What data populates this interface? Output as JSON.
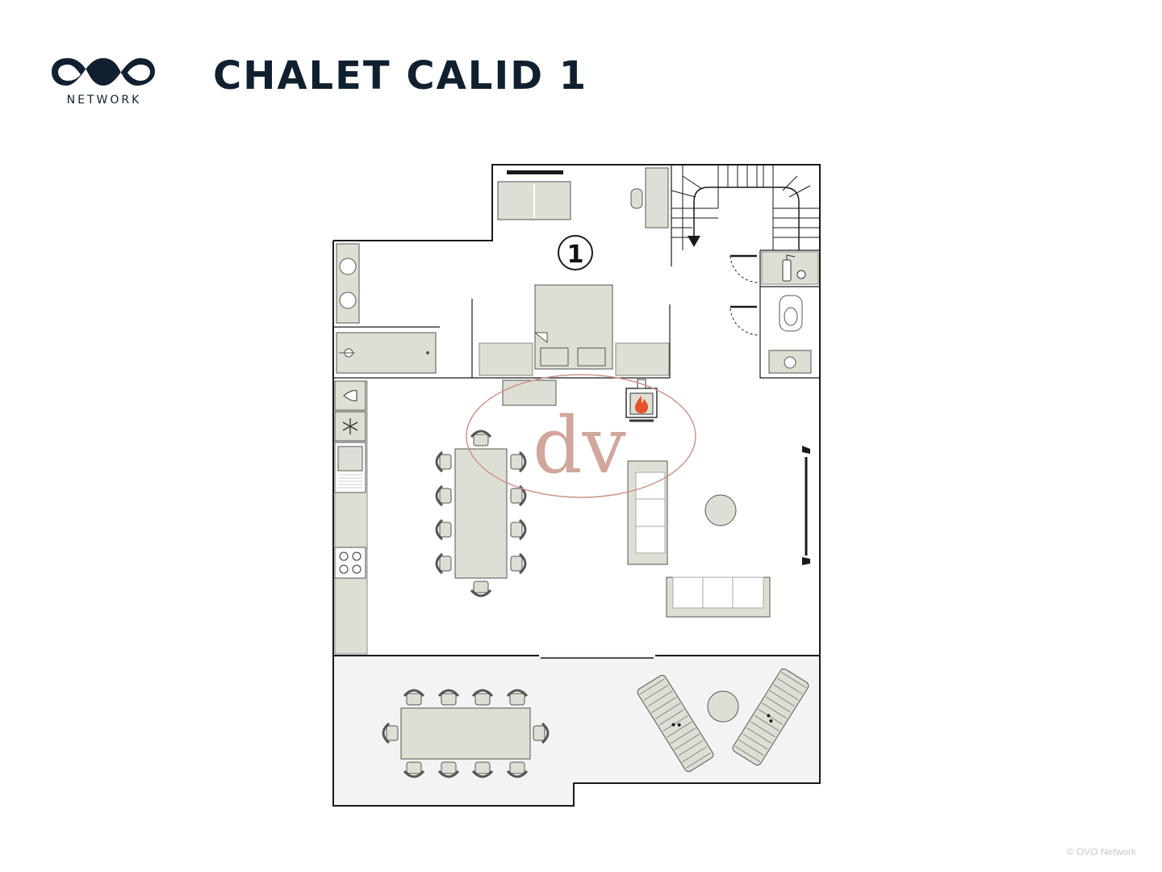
{
  "brand": {
    "name": "NETWORK"
  },
  "header": {
    "title": "CHALET CALID 1"
  },
  "plan": {
    "room_number": "1"
  },
  "watermark": {
    "text": "dv"
  },
  "footer": {
    "copyright": "© OVO Network"
  },
  "colors": {
    "furniture": "#dddfd4",
    "wall": "#1a1a1a",
    "terrace": "#f3f3f3",
    "brand": "#10202f",
    "watermark": "#c9978b",
    "fire": "#e8522a"
  },
  "icons": [
    "ovo-logo",
    "fireplace-icon",
    "snowflake-icon",
    "water-drop-icon",
    "fire-extinguisher-icon",
    "stairs-arrow-icon"
  ]
}
